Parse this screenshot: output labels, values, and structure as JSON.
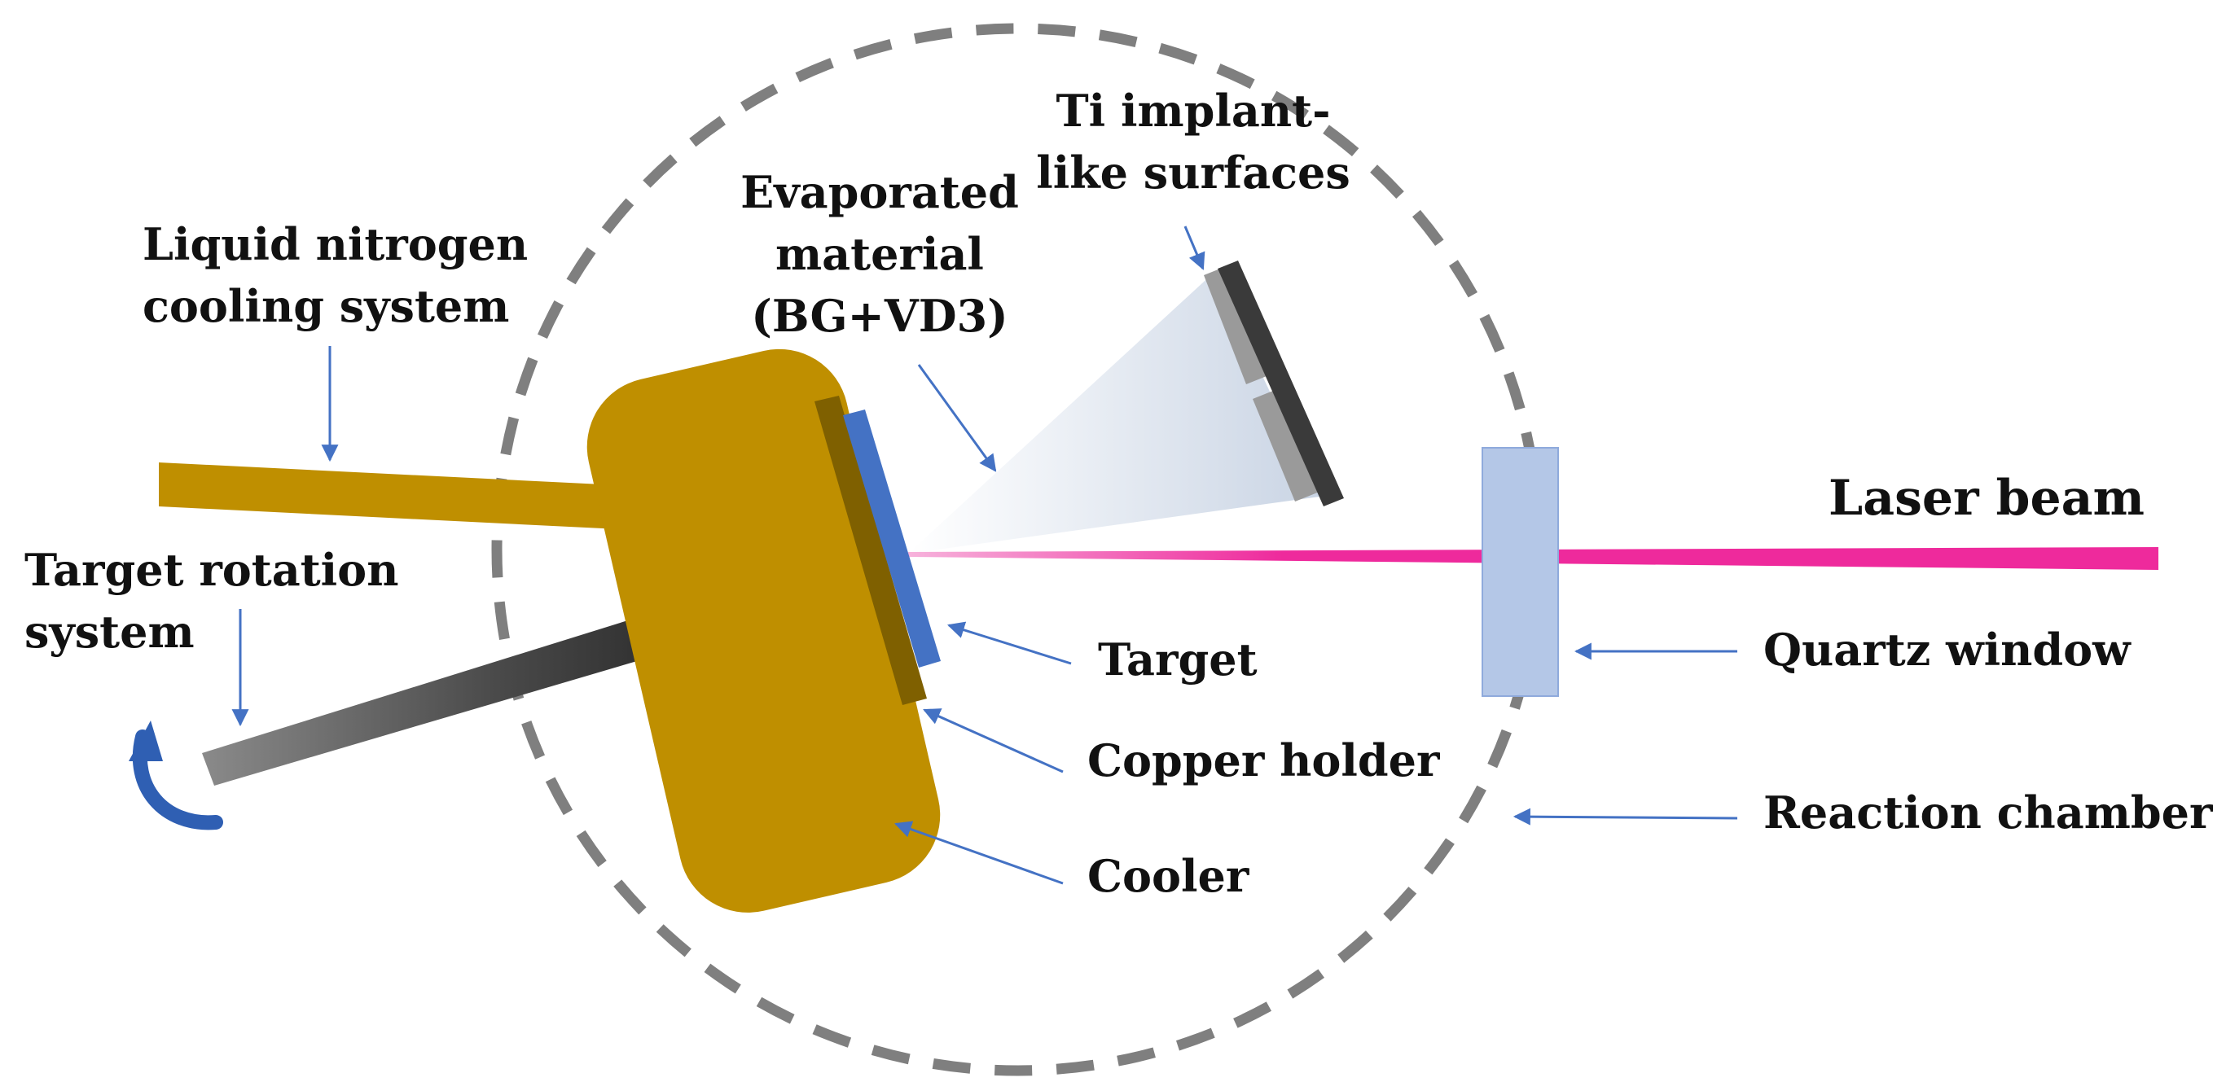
{
  "labels": {
    "ti_implant_line1": "Ti implant-",
    "ti_implant_line2": "like surfaces",
    "evaporated_line1": "Evaporated",
    "evaporated_line2": "material",
    "evaporated_line3": "(BG+VD3)",
    "liquid_nitrogen_line1": "Liquid nitrogen",
    "liquid_nitrogen_line2": "cooling system",
    "laser_beam": "Laser beam",
    "target_rotation_line1": "Target rotation",
    "target_rotation_line2": "system",
    "target": "Target",
    "quartz_window": "Quartz window",
    "copper_holder": "Copper holder",
    "reaction_chamber": "Reaction chamber",
    "cooler": "Cooler"
  },
  "colors": {
    "cooler": "#bf8f00",
    "copper_holder": "#7f6000",
    "target": "#4472c4",
    "laser": "#ee2a9c",
    "quartz_window": "#b4c7e7",
    "chamber_outline": "#7f7f7f",
    "arrow": "#4472c4",
    "rotation_arrow": "#2f5fb3",
    "plume": "#c9d4e4",
    "ti_surface": "#3a3a3a"
  }
}
